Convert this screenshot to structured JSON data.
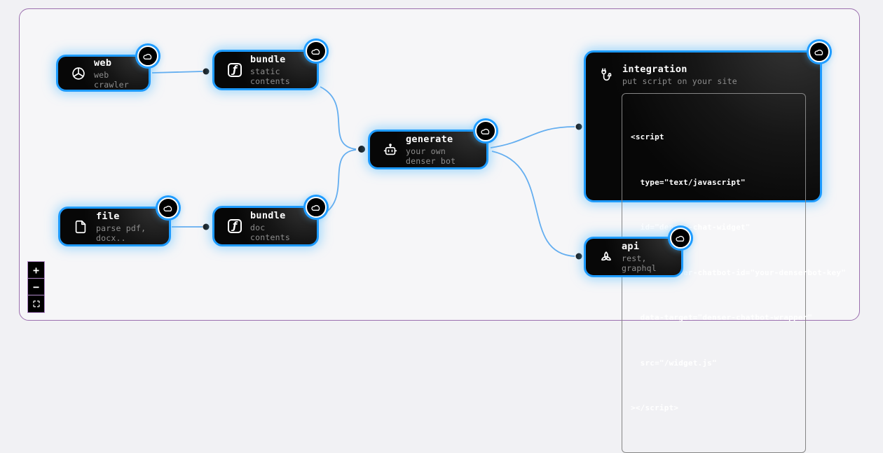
{
  "colors": {
    "accent_blue": "#1e9bff",
    "edge_blue": "#64aef0",
    "canvas_border_purple": "#9b6fae",
    "node_background": "#0a0a0a",
    "subtitle_gray": "#8d8d8d"
  },
  "nodes": [
    {
      "id": "web",
      "title": "web",
      "subtitle": "web crawler",
      "icon": "globe-icon",
      "badge": "cloud-icon"
    },
    {
      "id": "bundle-static",
      "title": "bundle",
      "subtitle": "static contents",
      "icon": "square-function-icon",
      "glyph": "ƒ",
      "badge": "cloud-icon"
    },
    {
      "id": "file",
      "title": "file",
      "subtitle": "parse pdf, docx..",
      "icon": "file-icon",
      "badge": "cloud-icon"
    },
    {
      "id": "bundle-doc",
      "title": "bundle",
      "subtitle": "doc contents",
      "icon": "square-function-icon",
      "glyph": "ƒ",
      "badge": "cloud-icon"
    },
    {
      "id": "generate",
      "title": "generate",
      "subtitle": "your own denser bot",
      "icon": "bot-icon",
      "badge": "cloud-icon"
    },
    {
      "id": "integration",
      "title": "integration",
      "subtitle": "put script on your site",
      "icon": "cable-icon",
      "badge": "cloud-icon",
      "code_lines": [
        "<script",
        "  type=\"text/javascript\"",
        "  id=\"denser-chat-widget\"",
        "  data-denser-chatbot-id=\"your-denserbot-key\"",
        "  data-target=\"denser-chatbot-wrapper\"",
        "  src=\"/widget.js\"",
        "></script>"
      ]
    },
    {
      "id": "api",
      "title": "api",
      "subtitle": "rest, graphql",
      "icon": "trefoil-knot-icon",
      "badge": "cloud-icon"
    }
  ],
  "edges": [
    {
      "source": "web",
      "target": "bundle-static"
    },
    {
      "source": "bundle-static",
      "target": "generate"
    },
    {
      "source": "file",
      "target": "bundle-doc"
    },
    {
      "source": "bundle-doc",
      "target": "generate"
    },
    {
      "source": "generate",
      "target": "integration"
    },
    {
      "source": "generate",
      "target": "api"
    }
  ],
  "controls": {
    "zoom_in": "+",
    "zoom_out": "−",
    "fit_view_icon": "fit-view-icon"
  }
}
